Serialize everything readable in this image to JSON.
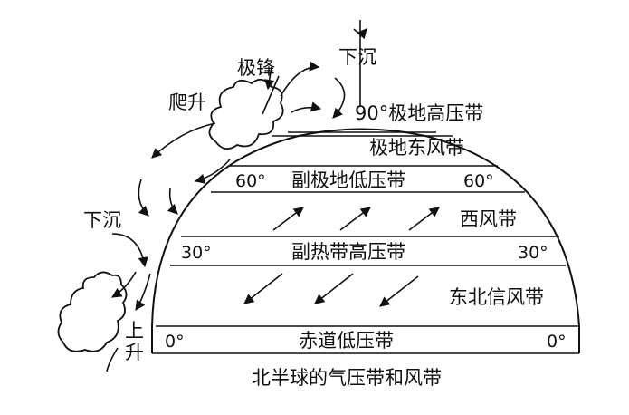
{
  "diagram": {
    "caption": "北半球的气压带和风带",
    "pressure_belts": {
      "polar_high": "90°极地高压带",
      "subpolar_low": "副极地低压带",
      "subtropical_high": "副热带高压带",
      "equatorial_low": "赤道低压带"
    },
    "wind_belts": {
      "polar_easterlies": "极地东风带",
      "westerlies": "西风带",
      "ne_trades": "东北信风带"
    },
    "latitude_labels": {
      "lat60": "60°",
      "lat30": "30°",
      "lat0": "0°"
    },
    "processes": {
      "polar_front": "极锋",
      "rising": "爬升",
      "sinking": "下沉",
      "ascending": "上升"
    },
    "colors": {
      "ink": "#111111",
      "background": "#ffffff"
    }
  }
}
